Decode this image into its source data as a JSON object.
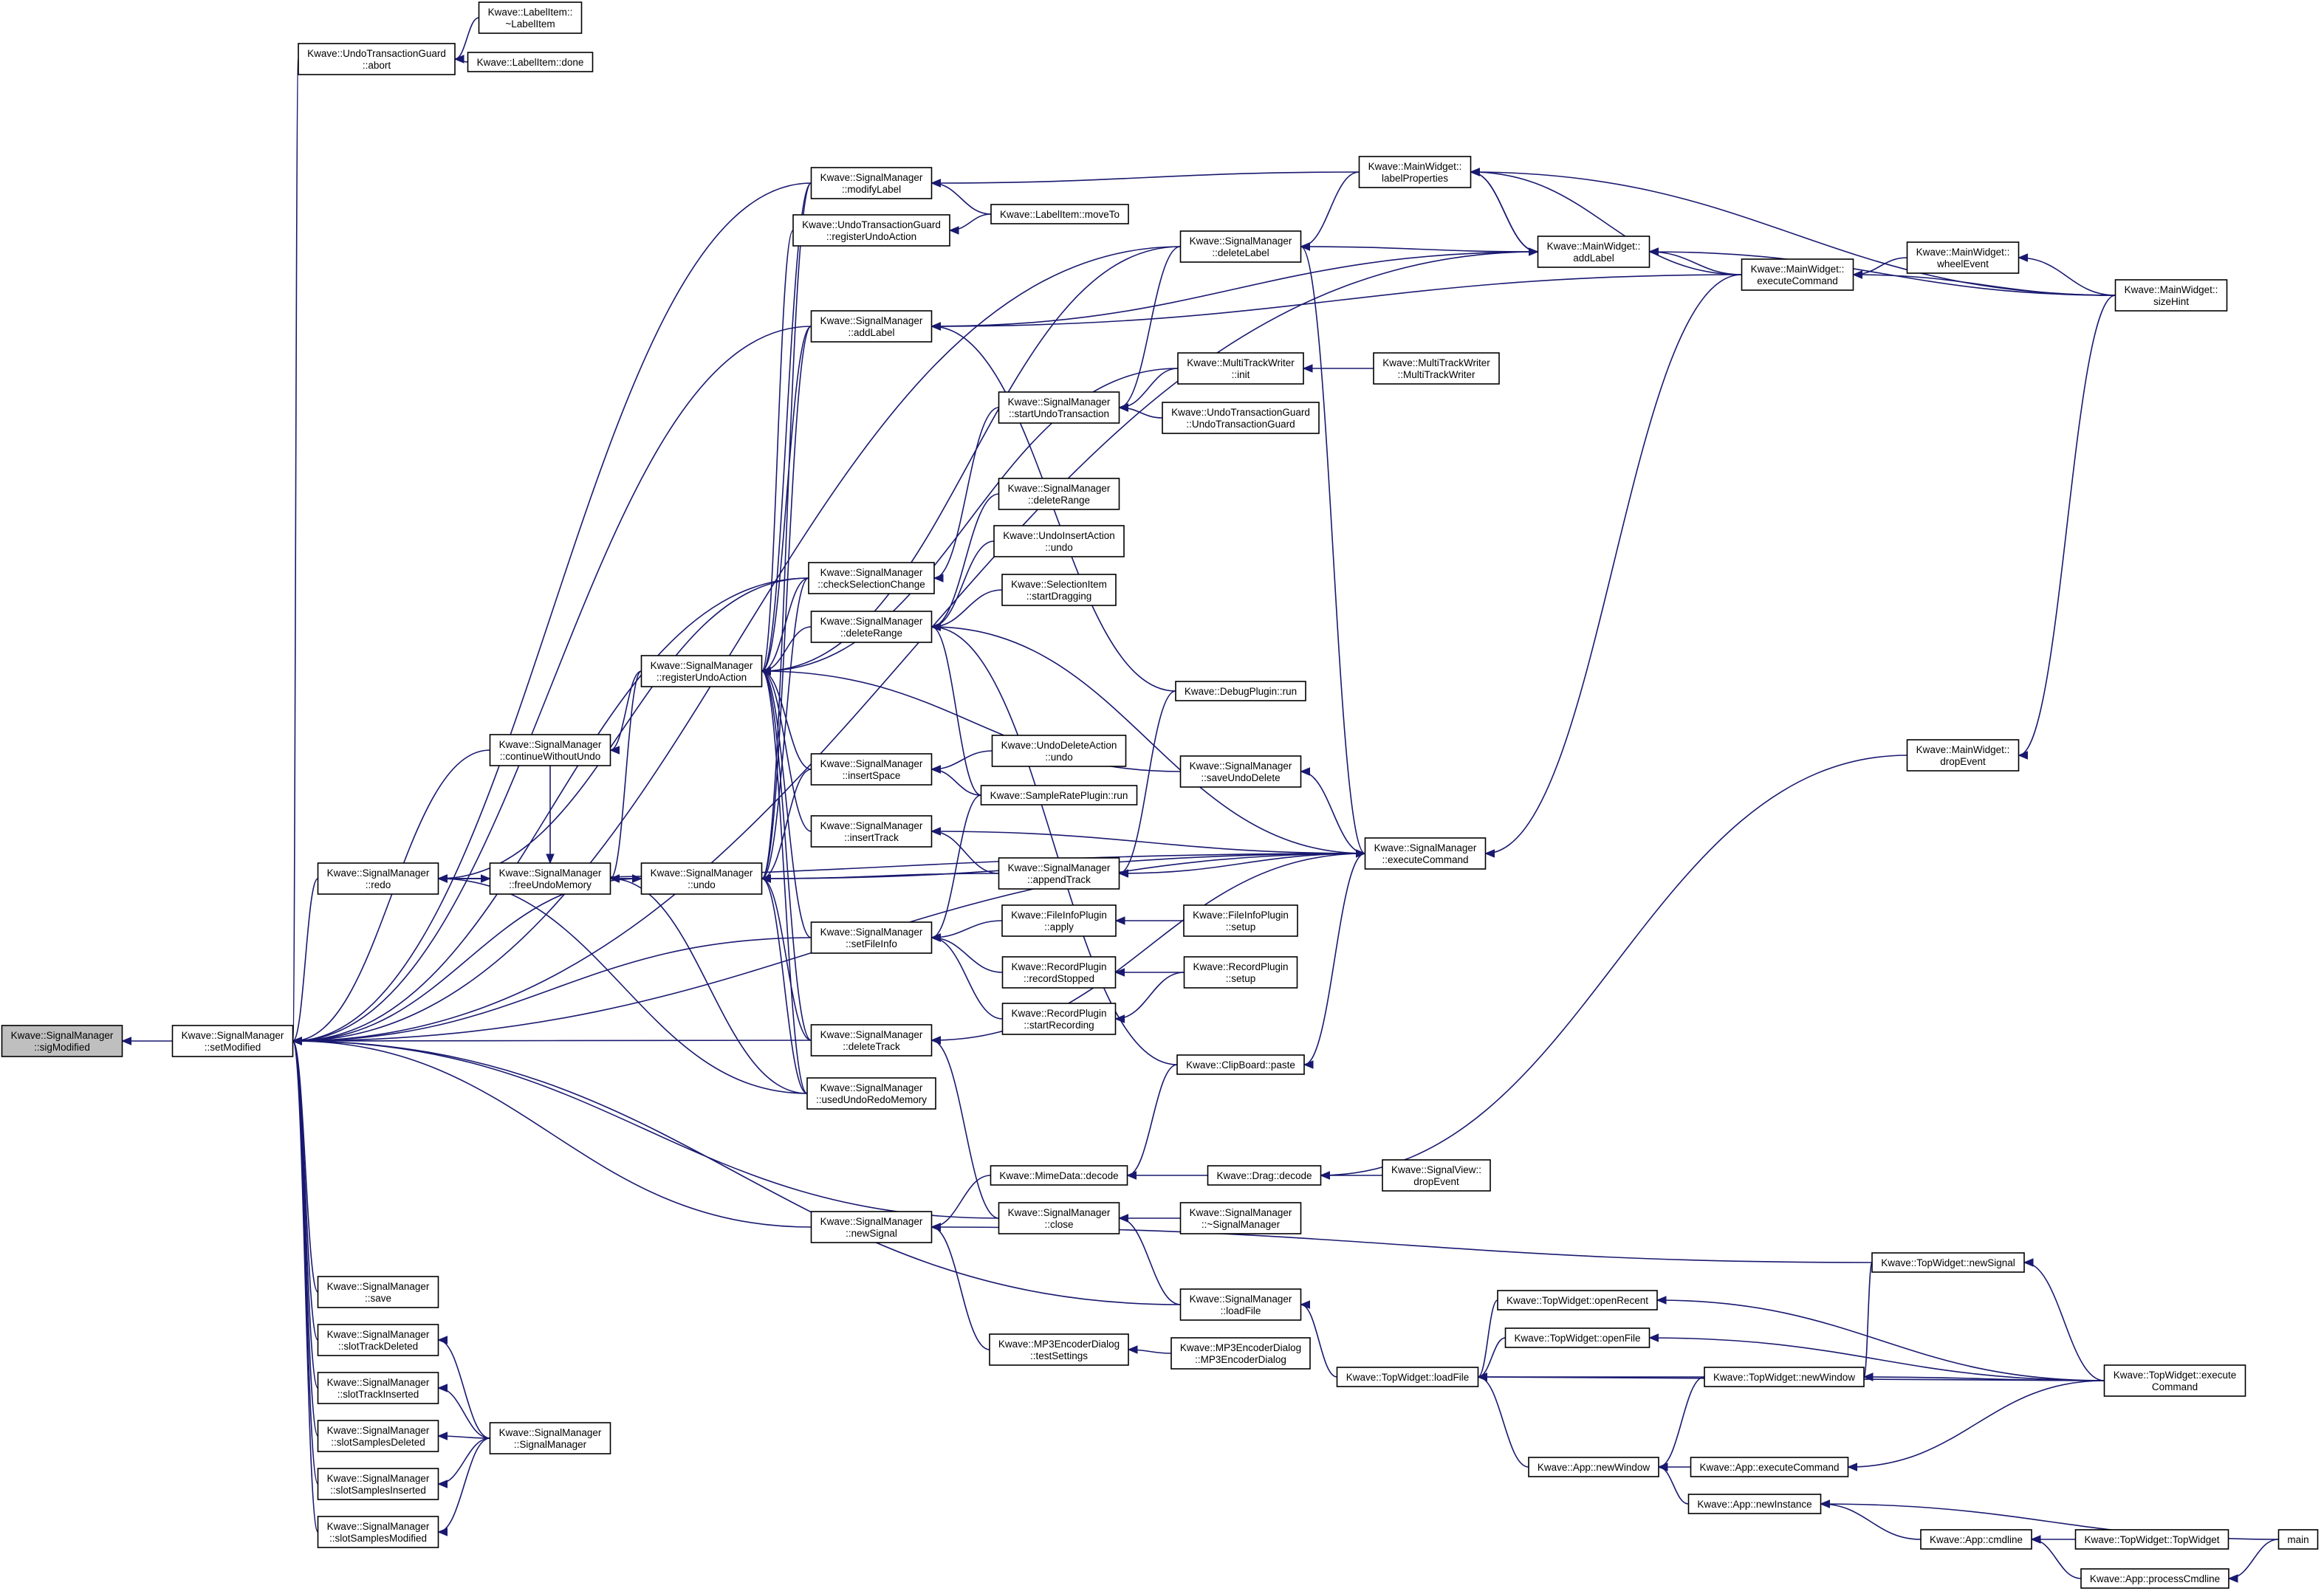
{
  "graph": {
    "title": "",
    "colors": {
      "edge": "#191970",
      "node_border": "#000000",
      "root_fill": "#bfbfbf",
      "node_fill": "#ffffff",
      "background": "#ffffff"
    },
    "nodes": [
      {
        "id": "sigModified",
        "lines": [
          "Kwave::SignalManager",
          "::sigModified"
        ],
        "root": true
      },
      {
        "id": "setModified",
        "lines": [
          "Kwave::SignalManager",
          "::setModified"
        ]
      },
      {
        "id": "utgAbort",
        "lines": [
          "Kwave::UndoTransactionGuard",
          "::abort"
        ]
      },
      {
        "id": "labelItemDtor",
        "lines": [
          "Kwave::LabelItem::",
          "~LabelItem"
        ]
      },
      {
        "id": "labelItemDone",
        "lines": [
          "Kwave::LabelItem::done"
        ]
      },
      {
        "id": "smModifyLabel",
        "lines": [
          "Kwave::SignalManager",
          "::modifyLabel"
        ]
      },
      {
        "id": "utgRegisterUndoAction",
        "lines": [
          "Kwave::UndoTransactionGuard",
          "::registerUndoAction"
        ]
      },
      {
        "id": "labelItemMoveTo",
        "lines": [
          "Kwave::LabelItem::moveTo"
        ]
      },
      {
        "id": "mwLabelProperties",
        "lines": [
          "Kwave::MainWidget::",
          "labelProperties"
        ]
      },
      {
        "id": "smDeleteLabel",
        "lines": [
          "Kwave::SignalManager",
          "::deleteLabel"
        ]
      },
      {
        "id": "mwAddLabel",
        "lines": [
          "Kwave::MainWidget::",
          "addLabel"
        ]
      },
      {
        "id": "smAddLabel",
        "lines": [
          "Kwave::SignalManager",
          "::addLabel"
        ]
      },
      {
        "id": "mwExecuteCommand",
        "lines": [
          "Kwave::MainWidget::",
          "executeCommand"
        ]
      },
      {
        "id": "mwWheelEvent",
        "lines": [
          "Kwave::MainWidget::",
          "wheelEvent"
        ]
      },
      {
        "id": "mwSizeHint",
        "lines": [
          "Kwave::MainWidget::",
          "sizeHint"
        ]
      },
      {
        "id": "mtwInit",
        "lines": [
          "Kwave::MultiTrackWriter",
          "::init"
        ]
      },
      {
        "id": "mtwCtor",
        "lines": [
          "Kwave::MultiTrackWriter",
          "::MultiTrackWriter"
        ]
      },
      {
        "id": "smStartUndoTransaction",
        "lines": [
          "Kwave::SignalManager",
          "::startUndoTransaction"
        ]
      },
      {
        "id": "utgCtor",
        "lines": [
          "Kwave::UndoTransactionGuard",
          "::UndoTransactionGuard"
        ]
      },
      {
        "id": "smDeleteRange2",
        "lines": [
          "Kwave::SignalManager",
          "::deleteRange"
        ]
      },
      {
        "id": "uiaUndo",
        "lines": [
          "Kwave::UndoInsertAction",
          "::undo"
        ]
      },
      {
        "id": "siStartDragging",
        "lines": [
          "Kwave::SelectionItem",
          "::startDragging"
        ]
      },
      {
        "id": "smCheckSelectionChange",
        "lines": [
          "Kwave::SignalManager",
          "::checkSelectionChange"
        ]
      },
      {
        "id": "smDeleteRange",
        "lines": [
          "Kwave::SignalManager",
          "::deleteRange"
        ]
      },
      {
        "id": "smRegisterUndoAction",
        "lines": [
          "Kwave::SignalManager",
          "::registerUndoAction"
        ]
      },
      {
        "id": "debugPluginRun",
        "lines": [
          "Kwave::DebugPlugin::run"
        ]
      },
      {
        "id": "smContinueWithoutUndo",
        "lines": [
          "Kwave::SignalManager",
          "::continueWithoutUndo"
        ]
      },
      {
        "id": "mwDropEvent",
        "lines": [
          "Kwave::MainWidget::",
          "dropEvent"
        ]
      },
      {
        "id": "udaUndo",
        "lines": [
          "Kwave::UndoDeleteAction",
          "::undo"
        ]
      },
      {
        "id": "smInsertSpace",
        "lines": [
          "Kwave::SignalManager",
          "::insertSpace"
        ]
      },
      {
        "id": "smSaveUndoDelete",
        "lines": [
          "Kwave::SignalManager",
          "::saveUndoDelete"
        ]
      },
      {
        "id": "sampleRatePluginRun",
        "lines": [
          "Kwave::SampleRatePlugin::run"
        ]
      },
      {
        "id": "smInsertTrack",
        "lines": [
          "Kwave::SignalManager",
          "::insertTrack"
        ]
      },
      {
        "id": "smExecuteCommand",
        "lines": [
          "Kwave::SignalManager",
          "::executeCommand"
        ]
      },
      {
        "id": "smRedo",
        "lines": [
          "Kwave::SignalManager",
          "::redo"
        ]
      },
      {
        "id": "smFreeUndoMemory",
        "lines": [
          "Kwave::SignalManager",
          "::freeUndoMemory"
        ]
      },
      {
        "id": "smUndo",
        "lines": [
          "Kwave::SignalManager",
          "::undo"
        ]
      },
      {
        "id": "smAppendTrack",
        "lines": [
          "Kwave::SignalManager",
          "::appendTrack"
        ]
      },
      {
        "id": "smSetFileInfo",
        "lines": [
          "Kwave::SignalManager",
          "::setFileInfo"
        ]
      },
      {
        "id": "fipApply",
        "lines": [
          "Kwave::FileInfoPlugin",
          "::apply"
        ]
      },
      {
        "id": "fipSetup",
        "lines": [
          "Kwave::FileInfoPlugin",
          "::setup"
        ]
      },
      {
        "id": "rpRecordStopped",
        "lines": [
          "Kwave::RecordPlugin",
          "::recordStopped"
        ]
      },
      {
        "id": "rpSetup",
        "lines": [
          "Kwave::RecordPlugin",
          "::setup"
        ]
      },
      {
        "id": "rpStartRecording",
        "lines": [
          "Kwave::RecordPlugin",
          "::startRecording"
        ]
      },
      {
        "id": "smDeleteTrack",
        "lines": [
          "Kwave::SignalManager",
          "::deleteTrack"
        ]
      },
      {
        "id": "clipboardPaste",
        "lines": [
          "Kwave::ClipBoard::paste"
        ]
      },
      {
        "id": "smUsedUndoRedoMemory",
        "lines": [
          "Kwave::SignalManager",
          "::usedUndoRedoMemory"
        ]
      },
      {
        "id": "mimeDataDecode",
        "lines": [
          "Kwave::MimeData::decode"
        ]
      },
      {
        "id": "dragDecode",
        "lines": [
          "Kwave::Drag::decode"
        ]
      },
      {
        "id": "svDropEvent",
        "lines": [
          "Kwave::SignalView::",
          "dropEvent"
        ]
      },
      {
        "id": "smNewSignal",
        "lines": [
          "Kwave::SignalManager",
          "::newSignal"
        ]
      },
      {
        "id": "smClose",
        "lines": [
          "Kwave::SignalManager",
          "::close"
        ]
      },
      {
        "id": "smDtor",
        "lines": [
          "Kwave::SignalManager",
          "::~SignalManager"
        ]
      },
      {
        "id": "twNewSignal",
        "lines": [
          "Kwave::TopWidget::newSignal"
        ]
      },
      {
        "id": "smSave",
        "lines": [
          "Kwave::SignalManager",
          "::save"
        ]
      },
      {
        "id": "smLoadFile",
        "lines": [
          "Kwave::SignalManager",
          "::loadFile"
        ]
      },
      {
        "id": "twOpenRecent",
        "lines": [
          "Kwave::TopWidget::openRecent"
        ]
      },
      {
        "id": "smSlotTrackDeleted",
        "lines": [
          "Kwave::SignalManager",
          "::slotTrackDeleted"
        ]
      },
      {
        "id": "mp3TestSettings",
        "lines": [
          "Kwave::MP3EncoderDialog",
          "::testSettings"
        ]
      },
      {
        "id": "mp3Ctor",
        "lines": [
          "Kwave::MP3EncoderDialog",
          "::MP3EncoderDialog"
        ]
      },
      {
        "id": "twOpenFile",
        "lines": [
          "Kwave::TopWidget::openFile"
        ]
      },
      {
        "id": "twLoadFile",
        "lines": [
          "Kwave::TopWidget::loadFile"
        ]
      },
      {
        "id": "twNewWindow",
        "lines": [
          "Kwave::TopWidget::newWindow"
        ]
      },
      {
        "id": "twExecuteCommand",
        "lines": [
          "Kwave::TopWidget::execute",
          "Command"
        ]
      },
      {
        "id": "smSlotTrackInserted",
        "lines": [
          "Kwave::SignalManager",
          "::slotTrackInserted"
        ]
      },
      {
        "id": "smSlotSamplesDeleted",
        "lines": [
          "Kwave::SignalManager",
          "::slotSamplesDeleted"
        ]
      },
      {
        "id": "smCtor",
        "lines": [
          "Kwave::SignalManager",
          "::SignalManager"
        ]
      },
      {
        "id": "smSlotSamplesInserted",
        "lines": [
          "Kwave::SignalManager",
          "::slotSamplesInserted"
        ]
      },
      {
        "id": "appNewWindow",
        "lines": [
          "Kwave::App::newWindow"
        ]
      },
      {
        "id": "appExecuteCommand",
        "lines": [
          "Kwave::App::executeCommand"
        ]
      },
      {
        "id": "smSlotSamplesModified",
        "lines": [
          "Kwave::SignalManager",
          "::slotSamplesModified"
        ]
      },
      {
        "id": "appNewInstance",
        "lines": [
          "Kwave::App::newInstance"
        ]
      },
      {
        "id": "main",
        "lines": [
          "main"
        ]
      },
      {
        "id": "appCmdline",
        "lines": [
          "Kwave::App::cmdline"
        ]
      },
      {
        "id": "twCtor",
        "lines": [
          "Kwave::TopWidget::TopWidget"
        ]
      },
      {
        "id": "appProcessCmdline",
        "lines": [
          "Kwave::App::processCmdline"
        ]
      }
    ],
    "edges": [
      [
        "sigModified",
        "setModified"
      ],
      [
        "setModified",
        "utgAbort"
      ],
      [
        "utgAbort",
        "labelItemDtor"
      ],
      [
        "utgAbort",
        "labelItemDone"
      ],
      [
        "setModified",
        "smModifyLabel"
      ],
      [
        "setModified",
        "smDeleteLabel"
      ],
      [
        "setModified",
        "mwAddLabel"
      ],
      [
        "setModified",
        "smAddLabel"
      ],
      [
        "setModified",
        "smCheckSelectionChange"
      ],
      [
        "setModified",
        "smContinueWithoutUndo"
      ],
      [
        "setModified",
        "smRedo"
      ],
      [
        "setModified",
        "smUndo"
      ],
      [
        "setModified",
        "smSetFileInfo"
      ],
      [
        "setModified",
        "smDeleteTrack"
      ],
      [
        "setModified",
        "smExecuteCommand"
      ],
      [
        "setModified",
        "smClose"
      ],
      [
        "setModified",
        "smNewSignal"
      ],
      [
        "setModified",
        "smLoadFile"
      ],
      [
        "setModified",
        "smSave"
      ],
      [
        "setModified",
        "smSlotTrackDeleted"
      ],
      [
        "setModified",
        "smSlotTrackInserted"
      ],
      [
        "setModified",
        "smSlotSamplesDeleted"
      ],
      [
        "setModified",
        "smSlotSamplesInserted"
      ],
      [
        "setModified",
        "smSlotSamplesModified"
      ],
      [
        "smModifyLabel",
        "mwLabelProperties"
      ],
      [
        "smModifyLabel",
        "labelItemMoveTo"
      ],
      [
        "utgRegisterUndoAction",
        "labelItemMoveTo"
      ],
      [
        "smDeleteLabel",
        "mwLabelProperties"
      ],
      [
        "smDeleteLabel",
        "mwAddLabel"
      ],
      [
        "smAddLabel",
        "mwAddLabel"
      ],
      [
        "smAddLabel",
        "mwExecuteCommand"
      ],
      [
        "smAddLabel",
        "debugPluginRun"
      ],
      [
        "mwLabelProperties",
        "mwAddLabel"
      ],
      [
        "mwLabelProperties",
        "mwExecuteCommand"
      ],
      [
        "mwLabelProperties",
        "mwSizeHint"
      ],
      [
        "mwAddLabel",
        "mwLabelProperties"
      ],
      [
        "mwAddLabel",
        "mwExecuteCommand"
      ],
      [
        "mwAddLabel",
        "mwSizeHint"
      ],
      [
        "mwExecuteCommand",
        "mwWheelEvent"
      ],
      [
        "mwExecuteCommand",
        "mwSizeHint"
      ],
      [
        "mwWheelEvent",
        "mwSizeHint"
      ],
      [
        "mtwInit",
        "mtwCtor"
      ],
      [
        "smStartUndoTransaction",
        "mtwInit"
      ],
      [
        "smStartUndoTransaction",
        "utgCtor"
      ],
      [
        "smStartUndoTransaction",
        "smDeleteLabel"
      ],
      [
        "smCheckSelectionChange",
        "smStartUndoTransaction"
      ],
      [
        "smDeleteRange",
        "smDeleteRange2"
      ],
      [
        "smDeleteRange",
        "uiaUndo"
      ],
      [
        "smDeleteRange",
        "siStartDragging"
      ],
      [
        "smDeleteRange",
        "sampleRatePluginRun"
      ],
      [
        "smDeleteRange",
        "smExecuteCommand"
      ],
      [
        "smDeleteRange",
        "clipboardPaste"
      ],
      [
        "smRegisterUndoAction",
        "smModifyLabel"
      ],
      [
        "smRegisterUndoAction",
        "utgRegisterUndoAction"
      ],
      [
        "smRegisterUndoAction",
        "smDeleteLabel"
      ],
      [
        "smRegisterUndoAction",
        "smAddLabel"
      ],
      [
        "smRegisterUndoAction",
        "mtwInit"
      ],
      [
        "smRegisterUndoAction",
        "smCheckSelectionChange"
      ],
      [
        "smRegisterUndoAction",
        "smDeleteRange"
      ],
      [
        "smRegisterUndoAction",
        "smSaveUndoDelete"
      ],
      [
        "smRegisterUndoAction",
        "smInsertSpace"
      ],
      [
        "smRegisterUndoAction",
        "smInsertTrack"
      ],
      [
        "smRegisterUndoAction",
        "smSetFileInfo"
      ],
      [
        "smRegisterUndoAction",
        "smDeleteTrack"
      ],
      [
        "smRegisterUndoAction",
        "smUsedUndoRedoMemory"
      ],
      [
        "smContinueWithoutUndo",
        "smRegisterUndoAction"
      ],
      [
        "smInsertSpace",
        "udaUndo"
      ],
      [
        "smInsertSpace",
        "sampleRatePluginRun"
      ],
      [
        "smSaveUndoDelete",
        "smExecuteCommand"
      ],
      [
        "smInsertTrack",
        "smAppendTrack"
      ],
      [
        "smInsertTrack",
        "smExecuteCommand"
      ],
      [
        "smRedo",
        "smFreeUndoMemory"
      ],
      [
        "smRedo",
        "smCheckSelectionChange"
      ],
      [
        "smRedo",
        "smUsedUndoRedoMemory"
      ],
      [
        "smRedo",
        "smExecuteCommand"
      ],
      [
        "smFreeUndoMemory",
        "smRedo"
      ],
      [
        "smFreeUndoMemory",
        "smUndo"
      ],
      [
        "smFreeUndoMemory",
        "smRegisterUndoAction"
      ],
      [
        "smFreeUndoMemory",
        "smContinueWithoutUndo"
      ],
      [
        "smFreeUndoMemory",
        "smUsedUndoRedoMemory"
      ],
      [
        "smUndo",
        "smFreeUndoMemory"
      ],
      [
        "smUndo",
        "smModifyLabel"
      ],
      [
        "smUndo",
        "smAddLabel"
      ],
      [
        "smUndo",
        "smCheckSelectionChange"
      ],
      [
        "smUndo",
        "smInsertSpace"
      ],
      [
        "smUndo",
        "smAppendTrack"
      ],
      [
        "smUndo",
        "smDeleteTrack"
      ],
      [
        "smUndo",
        "smUsedUndoRedoMemory"
      ],
      [
        "smUndo",
        "smExecuteCommand"
      ],
      [
        "smUndo",
        "smRedo"
      ],
      [
        "smAppendTrack",
        "smExecuteCommand"
      ],
      [
        "smAppendTrack",
        "debugPluginRun"
      ],
      [
        "smSetFileInfo",
        "fipApply"
      ],
      [
        "smSetFileInfo",
        "rpRecordStopped"
      ],
      [
        "smSetFileInfo",
        "rpStartRecording"
      ],
      [
        "smSetFileInfo",
        "sampleRatePluginRun"
      ],
      [
        "fipApply",
        "fipSetup"
      ],
      [
        "rpRecordStopped",
        "rpSetup"
      ],
      [
        "rpStartRecording",
        "rpSetup"
      ],
      [
        "smDeleteTrack",
        "smClose"
      ],
      [
        "smDeleteTrack",
        "smExecuteCommand"
      ],
      [
        "clipboardPaste",
        "smExecuteCommand"
      ],
      [
        "mimeDataDecode",
        "clipboardPaste"
      ],
      [
        "mimeDataDecode",
        "dragDecode"
      ],
      [
        "dragDecode",
        "svDropEvent"
      ],
      [
        "dragDecode",
        "mwDropEvent"
      ],
      [
        "mwDropEvent",
        "mwSizeHint"
      ],
      [
        "smExecuteCommand",
        "mwExecuteCommand"
      ],
      [
        "smExecuteCommand",
        "smDeleteLabel"
      ],
      [
        "smNewSignal",
        "mimeDataDecode"
      ],
      [
        "smNewSignal",
        "twNewSignal"
      ],
      [
        "smNewSignal",
        "mp3TestSettings"
      ],
      [
        "smClose",
        "smDtor"
      ],
      [
        "smClose",
        "smLoadFile"
      ],
      [
        "smLoadFile",
        "twLoadFile"
      ],
      [
        "twNewSignal",
        "twExecuteCommand"
      ],
      [
        "twLoadFile",
        "twOpenRecent"
      ],
      [
        "twLoadFile",
        "twOpenFile"
      ],
      [
        "twLoadFile",
        "twNewWindow"
      ],
      [
        "twLoadFile",
        "twExecuteCommand"
      ],
      [
        "twLoadFile",
        "appNewWindow"
      ],
      [
        "twOpenRecent",
        "twExecuteCommand"
      ],
      [
        "twOpenFile",
        "twExecuteCommand"
      ],
      [
        "twNewWindow",
        "twNewSignal"
      ],
      [
        "twNewWindow",
        "twExecuteCommand"
      ],
      [
        "mp3TestSettings",
        "mp3Ctor"
      ],
      [
        "smSlotTrackDeleted",
        "smCtor"
      ],
      [
        "smSlotTrackInserted",
        "smCtor"
      ],
      [
        "smSlotSamplesDeleted",
        "smCtor"
      ],
      [
        "smSlotSamplesInserted",
        "smCtor"
      ],
      [
        "smSlotSamplesModified",
        "smCtor"
      ],
      [
        "appNewWindow",
        "appExecuteCommand"
      ],
      [
        "appNewWindow",
        "appNewInstance"
      ],
      [
        "appNewWindow",
        "twNewWindow"
      ],
      [
        "appExecuteCommand",
        "twExecuteCommand"
      ],
      [
        "appNewInstance",
        "main"
      ],
      [
        "appNewInstance",
        "appCmdline"
      ],
      [
        "appCmdline",
        "twCtor"
      ],
      [
        "appCmdline",
        "appProcessCmdline"
      ],
      [
        "appProcessCmdline",
        "main"
      ]
    ]
  }
}
